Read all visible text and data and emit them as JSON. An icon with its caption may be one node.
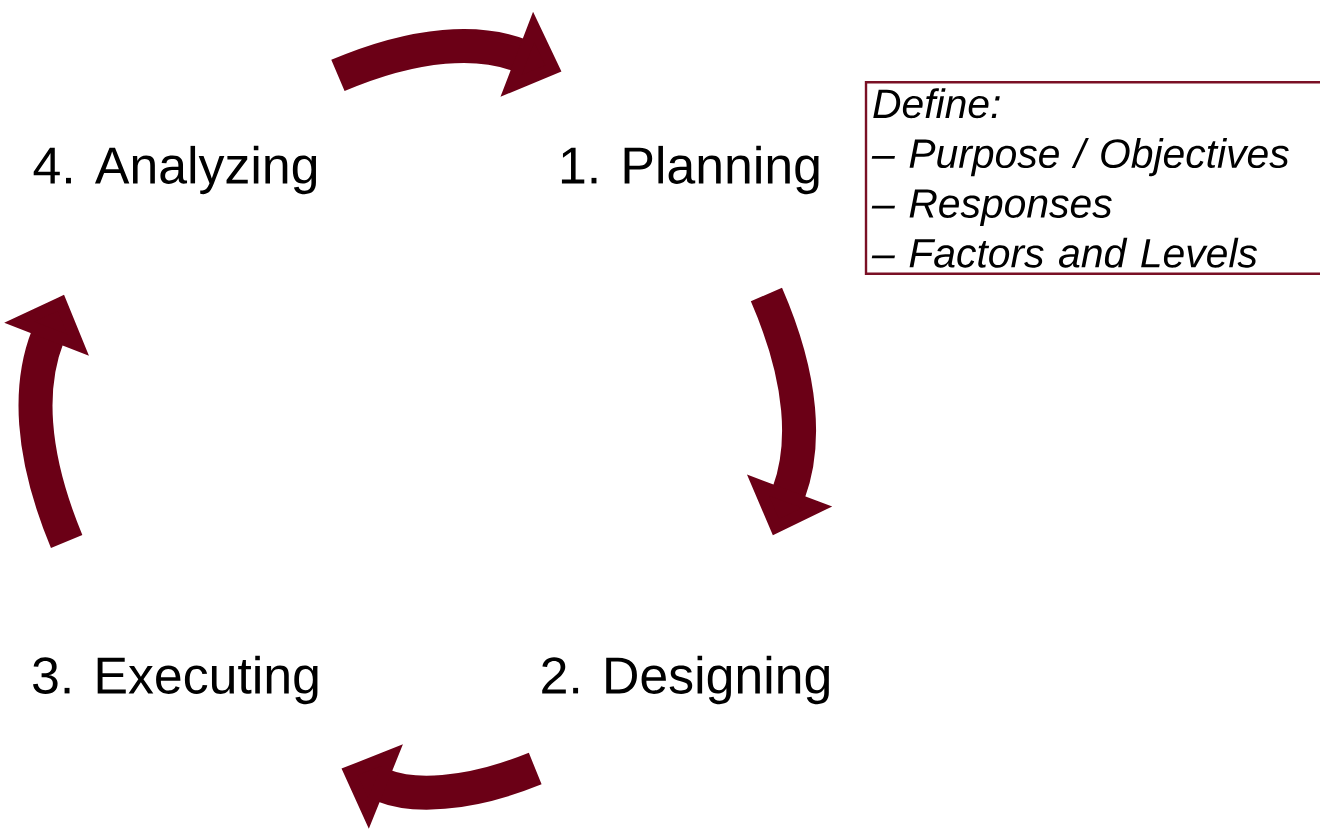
{
  "diagram": {
    "nodes": [
      {
        "text": [
          "1. Planning"
        ]
      },
      {
        "text": [
          "2. Designing"
        ]
      },
      {
        "text": [
          "3. Executing"
        ]
      },
      {
        "text": [
          "4. Analyzing"
        ]
      },
      {
        "text": [
          "Define:",
          "– Purpose / Objectives",
          "– Responses",
          "– Factors and Levels"
        ]
      }
    ],
    "edges": [
      {
        "from": 3,
        "to": 0,
        "arrow": "to"
      },
      {
        "from": 0,
        "to": 1,
        "arrow": "to"
      },
      {
        "from": 1,
        "to": 2,
        "arrow": "to"
      },
      {
        "from": 2,
        "to": 3,
        "arrow": "to"
      }
    ]
  }
}
